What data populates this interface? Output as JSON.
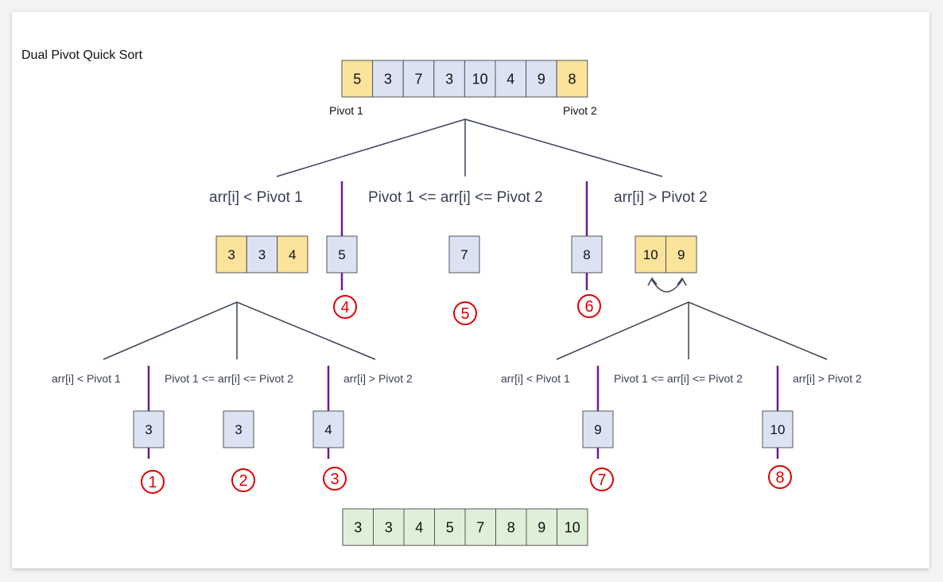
{
  "title": "Dual Pivot Quick Sort",
  "colors": {
    "pivot_fill": "#fbe39c",
    "cell_fill": "#dbe3f3",
    "sorted_fill": "#dff0d8",
    "cell_border": "#555555",
    "tree_line": "#3a4258",
    "purple_line": "#6a1b9a",
    "step_number": "#e00000"
  },
  "initial_array": {
    "values": [
      "5",
      "3",
      "7",
      "3",
      "10",
      "4",
      "9",
      "8"
    ],
    "pivot_indices": [
      0,
      7
    ],
    "pivot1_label": "Pivot 1",
    "pivot2_label": "Pivot 2"
  },
  "level1": {
    "conditions": [
      "arr[i] < Pivot 1",
      "Pivot 1 <= arr[i] <= Pivot 2",
      "arr[i] > Pivot 2"
    ],
    "left_partition": [
      "3",
      "3",
      "4"
    ],
    "pivot1_value": "5",
    "middle_partition": [
      "7"
    ],
    "pivot2_value": "8",
    "right_partition": [
      "10",
      "9"
    ]
  },
  "level2_left": {
    "conditions": [
      "arr[i] < Pivot 1",
      "Pivot 1 <= arr[i] <= Pivot 2",
      "arr[i] > Pivot 2"
    ],
    "values": [
      "3",
      "3",
      "4"
    ]
  },
  "level2_right": {
    "conditions": [
      "arr[i] < Pivot 1",
      "Pivot 1 <= arr[i] <= Pivot 2",
      "arr[i] > Pivot 2"
    ],
    "values": [
      "9",
      "10"
    ]
  },
  "step_numbers": [
    "1",
    "2",
    "3",
    "4",
    "5",
    "6",
    "7",
    "8"
  ],
  "sorted_array": [
    "3",
    "3",
    "4",
    "5",
    "7",
    "8",
    "9",
    "10"
  ]
}
